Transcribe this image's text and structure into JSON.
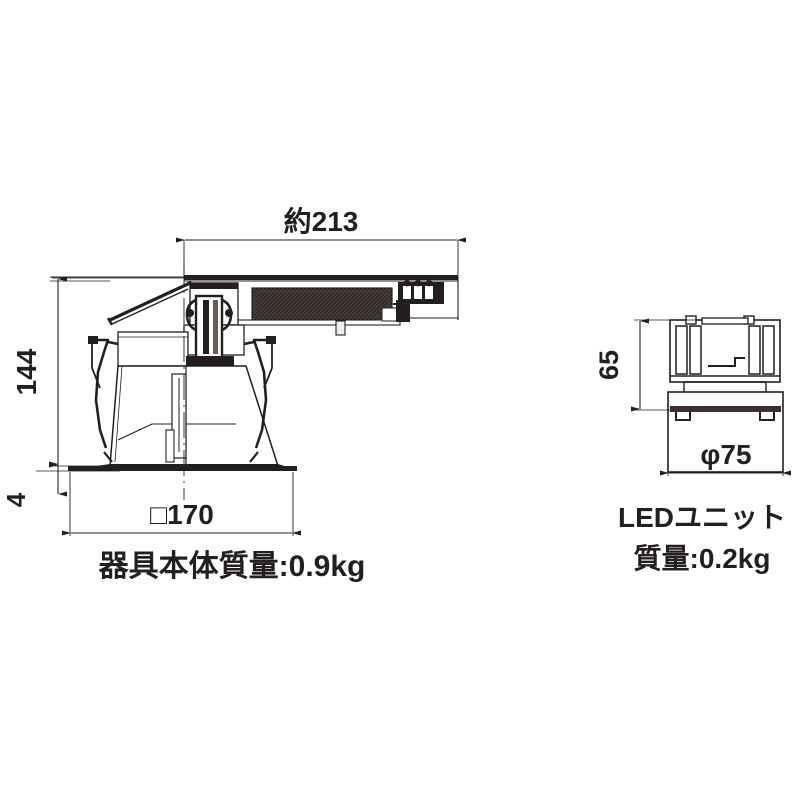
{
  "page": {
    "background_color": "#ffffff",
    "ink_color": "#231f1e",
    "type": "technical-dimensional-drawing"
  },
  "fixture": {
    "title_weight_caption": "器具本体質量:0.9kg",
    "dimensions": {
      "width_overall": "約213",
      "height_body": "144",
      "flange_thickness": "4",
      "flange_width": "□170"
    }
  },
  "led_unit": {
    "caption_line1": "LEDユニット",
    "caption_line2": "質量:0.2kg",
    "dimensions": {
      "height": "65",
      "diameter": "φ75"
    }
  }
}
